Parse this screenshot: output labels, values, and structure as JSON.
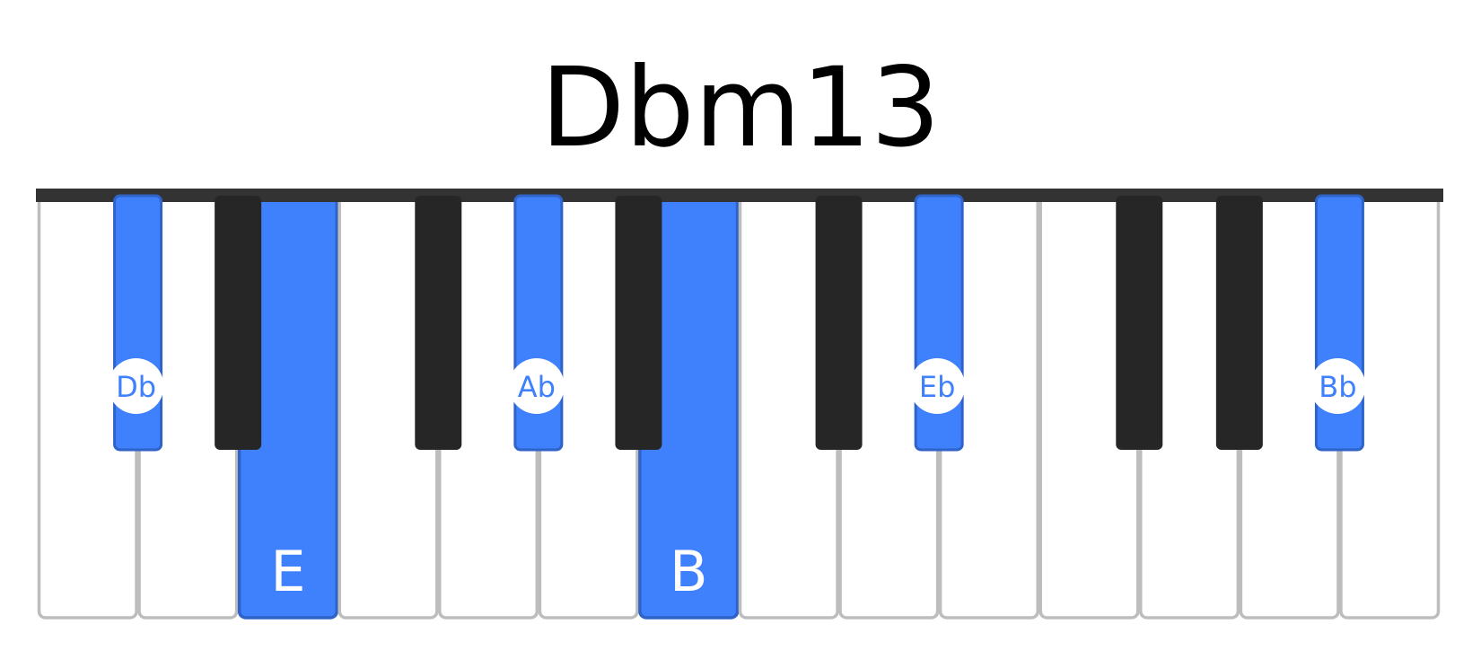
{
  "title": "Dbm13",
  "colors": {
    "highlight": "#3f80fd",
    "highlight_edge": "#2f63c8",
    "black_key": "#262626",
    "white_key_border": "#bdbdbd",
    "top_bar": "#333333",
    "title_text": "#222428",
    "label_on_white_key": "#ffffff",
    "label_on_black_key": "#3f80fd"
  },
  "keyboard": {
    "white_keys": [
      {
        "note": "C"
      },
      {
        "note": "D"
      },
      {
        "note": "E",
        "highlighted": true,
        "label": "E"
      },
      {
        "note": "F"
      },
      {
        "note": "G"
      },
      {
        "note": "A"
      },
      {
        "note": "B",
        "highlighted": true,
        "label": "B"
      },
      {
        "note": "C"
      },
      {
        "note": "D"
      },
      {
        "note": "E"
      },
      {
        "note": "F"
      },
      {
        "note": "G"
      },
      {
        "note": "A"
      },
      {
        "note": "B"
      }
    ],
    "black_keys": [
      {
        "after_white": 0,
        "note": "Db",
        "highlighted": true,
        "label": "Db"
      },
      {
        "after_white": 1,
        "note": "Eb"
      },
      {
        "after_white": 3,
        "note": "Gb"
      },
      {
        "after_white": 4,
        "note": "Ab",
        "highlighted": true,
        "label": "Ab"
      },
      {
        "after_white": 5,
        "note": "Bb"
      },
      {
        "after_white": 7,
        "note": "Db"
      },
      {
        "after_white": 8,
        "note": "Eb",
        "highlighted": true,
        "label": "Eb"
      },
      {
        "after_white": 10,
        "note": "Gb"
      },
      {
        "after_white": 11,
        "note": "Ab"
      },
      {
        "after_white": 12,
        "note": "Bb",
        "highlighted": true,
        "label": "Bb"
      }
    ]
  }
}
